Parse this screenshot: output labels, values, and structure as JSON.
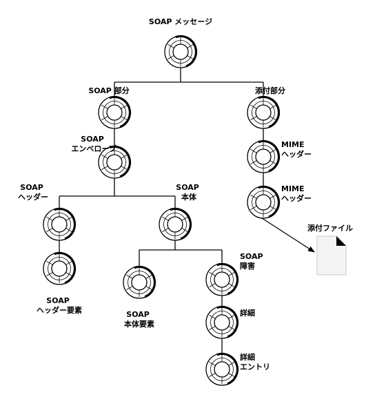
{
  "nodes": {
    "soap_message": {
      "label": [
        "SOAP メッセージ"
      ]
    },
    "soap_part": {
      "label": [
        "SOAP 部分"
      ]
    },
    "soap_envelope": {
      "label": [
        "SOAP",
        "エンベロープ"
      ]
    },
    "soap_header": {
      "label": [
        "SOAP",
        "ヘッダー"
      ]
    },
    "soap_body": {
      "label": [
        "SOAP",
        "本体"
      ]
    },
    "soap_header_element": {
      "label": [
        "SOAP",
        "ヘッダー要素"
      ]
    },
    "soap_body_element": {
      "label": [
        "SOAP",
        "本体要素"
      ]
    },
    "soap_fault": {
      "label": [
        "SOAP",
        "障害"
      ]
    },
    "detail": {
      "label": [
        "詳細"
      ]
    },
    "detail_entry": {
      "label": [
        "詳細",
        "エントリ"
      ]
    },
    "attachment_part": {
      "label": [
        "添付部分"
      ]
    },
    "mime_header_1": {
      "label": [
        "MIME",
        "ヘッダー"
      ]
    },
    "mime_header_2": {
      "label": [
        "MIME",
        "ヘッダー"
      ]
    },
    "attachment_file": {
      "label": [
        "添付ファイル"
      ]
    }
  },
  "colors": {
    "line": "#000000",
    "node_fill": "#ffffff",
    "file_fill": "#f4f4f4"
  }
}
